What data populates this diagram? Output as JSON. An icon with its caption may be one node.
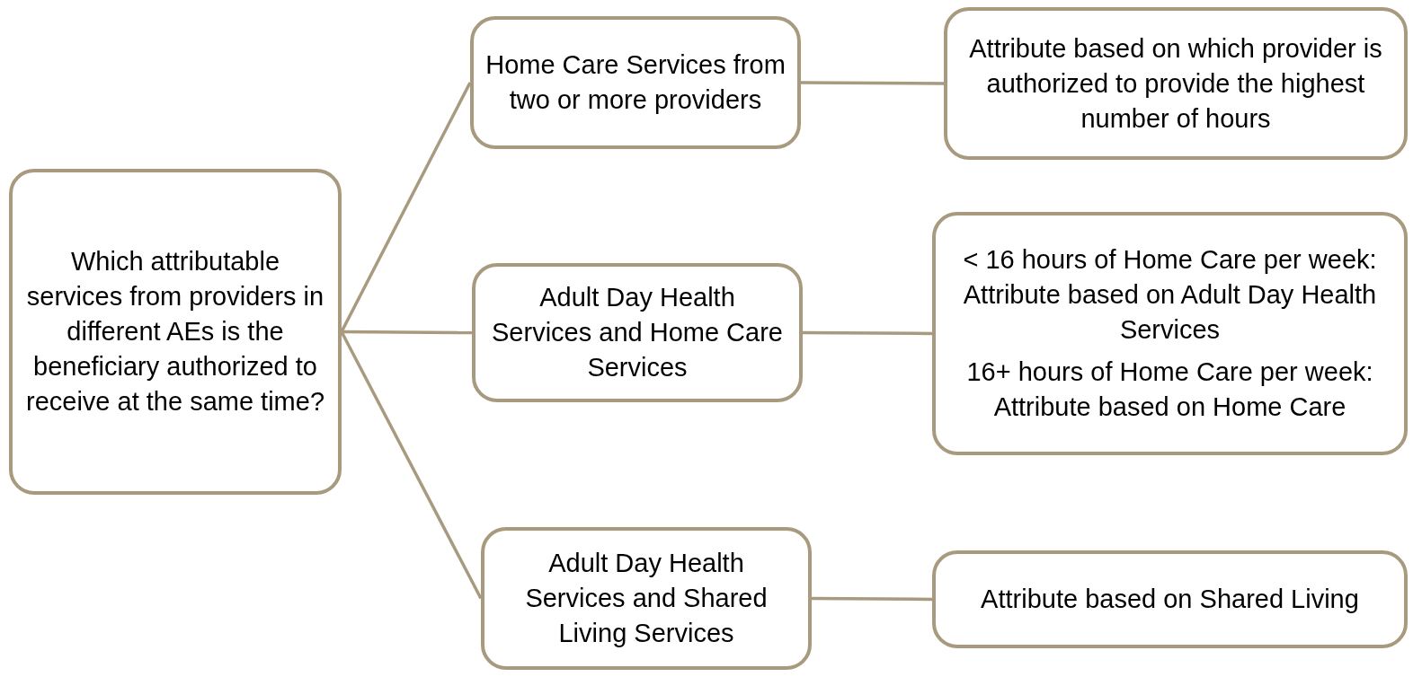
{
  "diagram": {
    "nodes": [
      {
        "text": [
          "Which attributable services from providers in different AEs is the beneficiary authorized to receive at the same time?"
        ]
      },
      {
        "text": [
          "Home Care Services from two or more providers"
        ]
      },
      {
        "text": [
          "Attribute based on which provider is authorized to provide the highest number of hours"
        ]
      },
      {
        "text": [
          "Adult Day Health Services and Home Care Services"
        ]
      },
      {
        "text": [
          "< 16 hours of Home Care per week: Attribute based on Adult Day Health Services",
          "16+ hours of Home Care per week: Attribute based on Home Care"
        ]
      },
      {
        "text": [
          "Adult Day Health Services and Shared Living Services"
        ]
      },
      {
        "text": [
          "Attribute based on Shared Living"
        ]
      }
    ],
    "edges": [
      {
        "from": 0,
        "to": 1,
        "arrow": "none"
      },
      {
        "from": 0,
        "to": 3,
        "arrow": "none"
      },
      {
        "from": 0,
        "to": 5,
        "arrow": "none"
      },
      {
        "from": 1,
        "to": 2,
        "arrow": "none"
      },
      {
        "from": 3,
        "to": 4,
        "arrow": "none"
      },
      {
        "from": 5,
        "to": 6,
        "arrow": "none"
      }
    ]
  }
}
